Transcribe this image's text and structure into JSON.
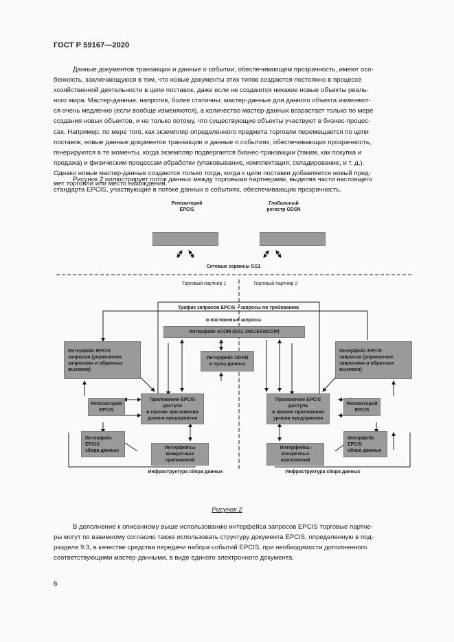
{
  "header": {
    "standard": "ГОСТ Р 59167—2020"
  },
  "paragraph1": {
    "lines": [
      "Данные документов транзакции и данные о событии, обеспечивающем прозрачность, имеют осо-",
      "бенность, заключающуюся в том, что новые документы этих типов создаются постоянно в процессе",
      "хозяйственной деятельности в цепи поставок, даже если не создаются никакие новые объекты реаль-",
      "ного мира. Мастер-данные, напротив, более статичны: мастер-данные для данного объекта изменяют-",
      "ся очень медленно (если вообще изменяются), а количество мастер-данных возрастает только по мере",
      "создания новых объектов, и не только потому, что существующие объекты участвуют в бизнес-процес-",
      "сах. Например, по мере того, как экземпляр определенного предмета торговли перемещается по цепи",
      "поставок, новые данные документов транзакции и данные о событиях, обеспечивающих прозрачность,",
      "генерируются в те моменты, когда экземпляр подвергается бизнес-транзакции (таким, как покупка и",
      "продажа) и физическим процессам обработки (упаковывание, комплектация, складирование, и т. д.).",
      "Однако новые мастер-данные создаются только тогда, когда к цепи поставки добавляется новый пред-",
      "мет торговли или место нахождения."
    ]
  },
  "paragraph2": {
    "prefix": "Рисунок ",
    "figure_number": "2",
    "suffix": " иллюстрирует поток данных между торговыми партнерами, выделяя части настоящего",
    "line2": "стандарта EPCIS, участвующие в потоке данных о событиях, обеспечивающих прозрачность."
  },
  "diagram": {
    "top_left_label": "Репозиторий\nEPCIS",
    "top_right_label": "Глобальный\nрегистр GDSN",
    "network_services": "Сетевые сервисы GS1",
    "partner1": "Торговый партнер 1",
    "partner2": "Торговый партнер 2",
    "traffic_label": "Трафик запросов EPCIS – запросы по требованию",
    "traffic_label2": "и постоянные запросы",
    "ecom_box": "Интерфейс eCOM (GS1 XML/EANCOM)",
    "gdsn_box": "Интерфейс GDSN\nи пулы данных",
    "left": {
      "query_iface": "Интерфейс EPCIS\nзапросов (управления\nзапросами и обратных\nвызовов)",
      "repo": "Репозиторий\nEPCIS",
      "apps": "Приложение EPCIS\nдоступа\nи прочие приложения\nуровня предприятия",
      "capture_iface": "Интерфейс\nEPCIS\nсбора данных",
      "specific_apps": "Интерфейсы\nконкретных\nприложений",
      "infrastructure": "Инфраструктура сбора данных"
    },
    "right": {
      "query_iface": "Интерфейс EPCIS\nзапросов (управления\nзапросами и обратных\nвызовов)",
      "repo": "Репозиторий\nEPCIS",
      "apps": "Приложение EPCIS\nдоступа\nи прочие приложения\nуровня предприятия",
      "capture_iface": "Интерфейс\nEPCIS\nсбора данных",
      "specific_apps": "Интерфейсы\nконкретных\nприложений",
      "infrastructure": "Инфраструктура сбора данных"
    },
    "colors": {
      "box_fill": "#9a9a9a",
      "line": "#1a1a1a"
    }
  },
  "caption": {
    "text": "Рисунок 2"
  },
  "paragraph3": {
    "lines": [
      "В дополнение к описанному выше использованию интерфейса запросов EPCIS торговые партне-",
      "ры могут по взаимному согласию также использовать структуру документа EPCIS, определенную в под-",
      "разделе 9.3, в качестве средства передачи набора событий EPCIS, при необходимости дополненного",
      "соответствующими мастер-данными, в виде единого электронного документа."
    ]
  },
  "page_number": "6"
}
